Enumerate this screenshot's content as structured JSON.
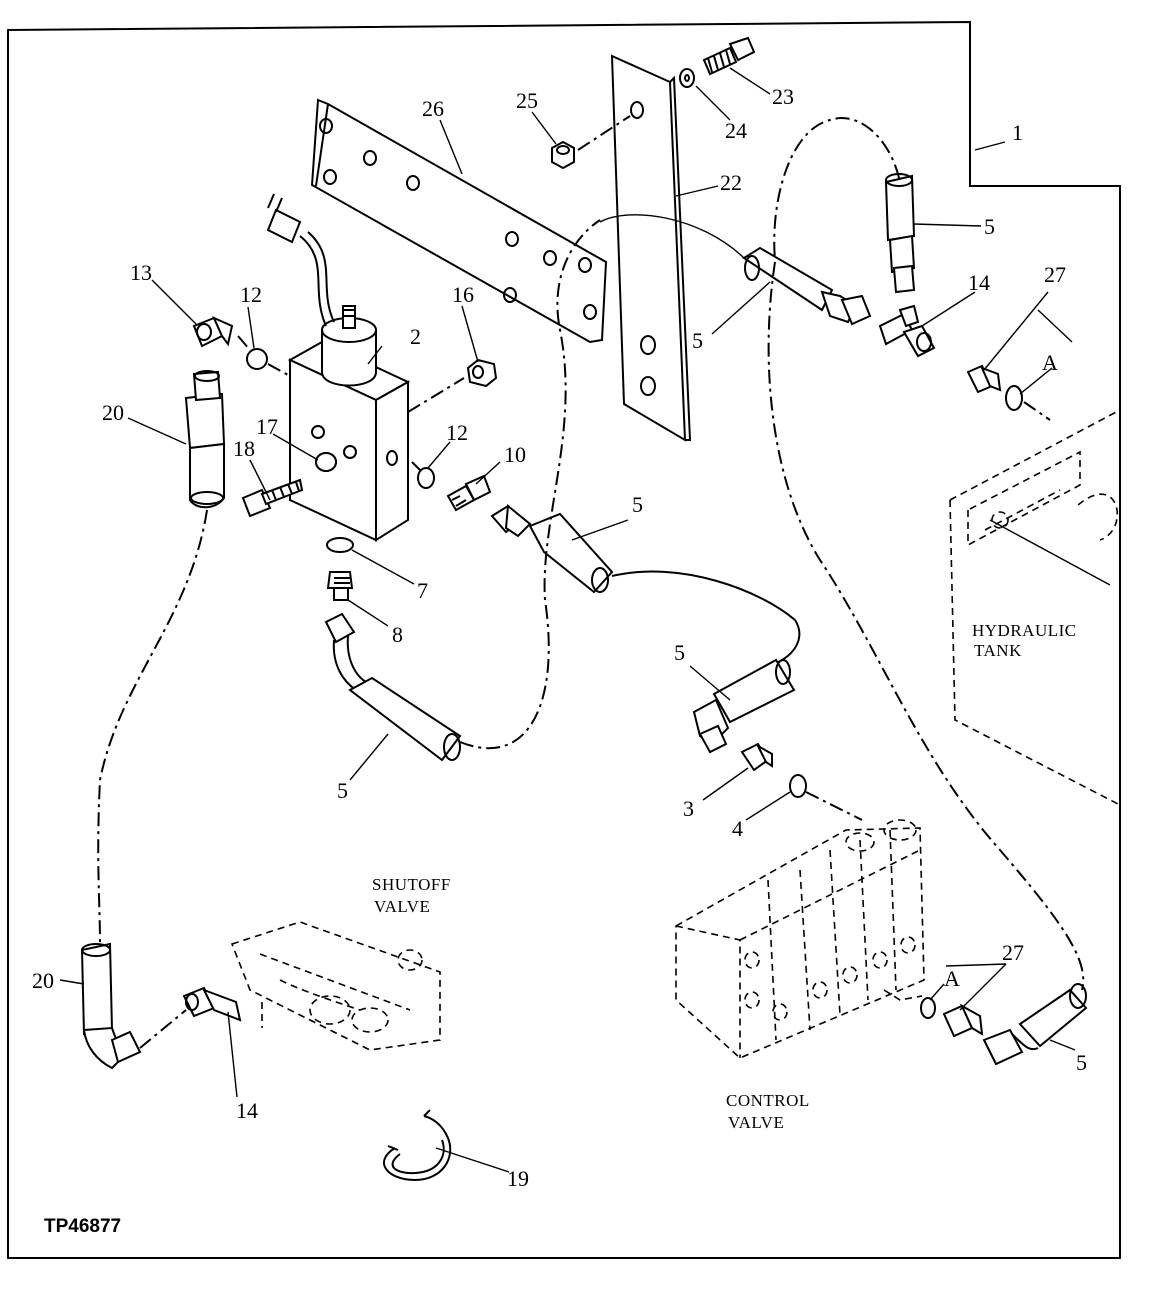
{
  "figure_code": "TP46877",
  "captions": {
    "hydraulic_tank": [
      "HYDRAULIC",
      "TANK"
    ],
    "shutoff_valve": [
      "SHUTOFF",
      "VALVE"
    ],
    "control_valve": [
      "CONTROL",
      "VALVE"
    ]
  },
  "callouts": {
    "c1": "1",
    "c2": "2",
    "c3": "3",
    "c4": "4",
    "c5a": "5",
    "c5b": "5",
    "c5c": "5",
    "c5d": "5",
    "c5e": "5",
    "c5f": "5",
    "c7": "7",
    "c8": "8",
    "c10": "10",
    "c12a": "12",
    "c12b": "12",
    "c13": "13",
    "c14a": "14",
    "c14b": "14",
    "c16": "16",
    "c17": "17",
    "c18": "18",
    "c19": "19",
    "c20a": "20",
    "c20b": "20",
    "c22": "22",
    "c23": "23",
    "c24": "24",
    "c25": "25",
    "c26": "26",
    "c27a": "27",
    "c27b": "27",
    "cAa": "A",
    "cAb": "A"
  }
}
